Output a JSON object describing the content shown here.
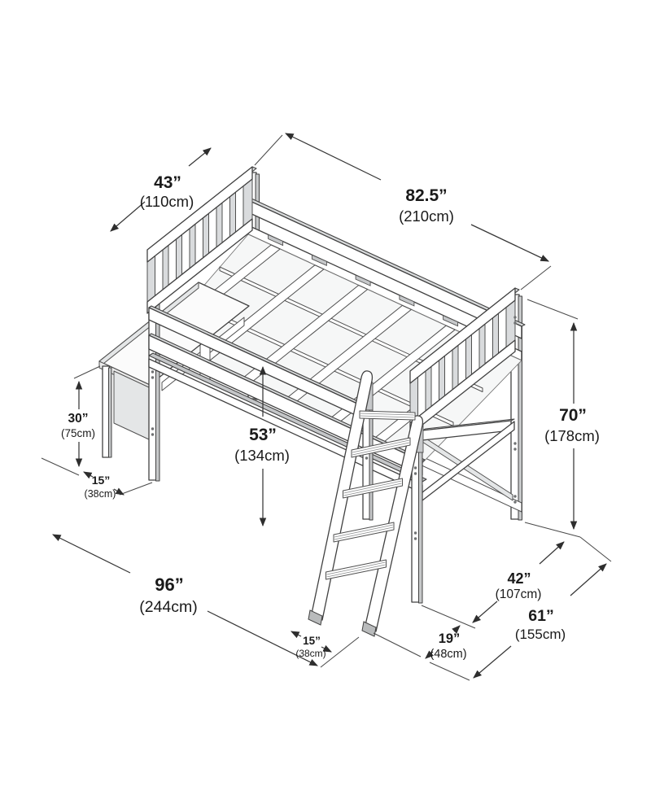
{
  "palette": {
    "line": "#414141",
    "dimension_line": "#373737",
    "text": "#1a1a1a",
    "wood_face": "#ffffff",
    "wood_top": "#d8dadb",
    "wood_side": "#c7c9ca",
    "panel": "#e4e6e7",
    "background": "#ffffff"
  },
  "dims": {
    "bed_width": {
      "in": "43”",
      "cm": "(110cm)"
    },
    "bed_length": {
      "in": "82.5”",
      "cm": "(210cm)"
    },
    "overall_height": {
      "in": "70”",
      "cm": "(178cm)"
    },
    "underbed_clearance": {
      "in": "53”",
      "cm": "(134cm)"
    },
    "desk_height": {
      "in": "30”",
      "cm": "(75cm)"
    },
    "desk_overhang": {
      "in": "15”",
      "cm": "(38cm)"
    },
    "overall_length": {
      "in": "96”",
      "cm": "(244cm)"
    },
    "ladder_foot_inset": {
      "in": "15”",
      "cm": "(38cm)"
    },
    "ladder_foot_offset": {
      "in": "19”",
      "cm": "(48cm)"
    },
    "frame_depth": {
      "in": "42”",
      "cm": "(107cm)"
    },
    "overall_depth": {
      "in": "61”",
      "cm": "(155cm)"
    }
  }
}
